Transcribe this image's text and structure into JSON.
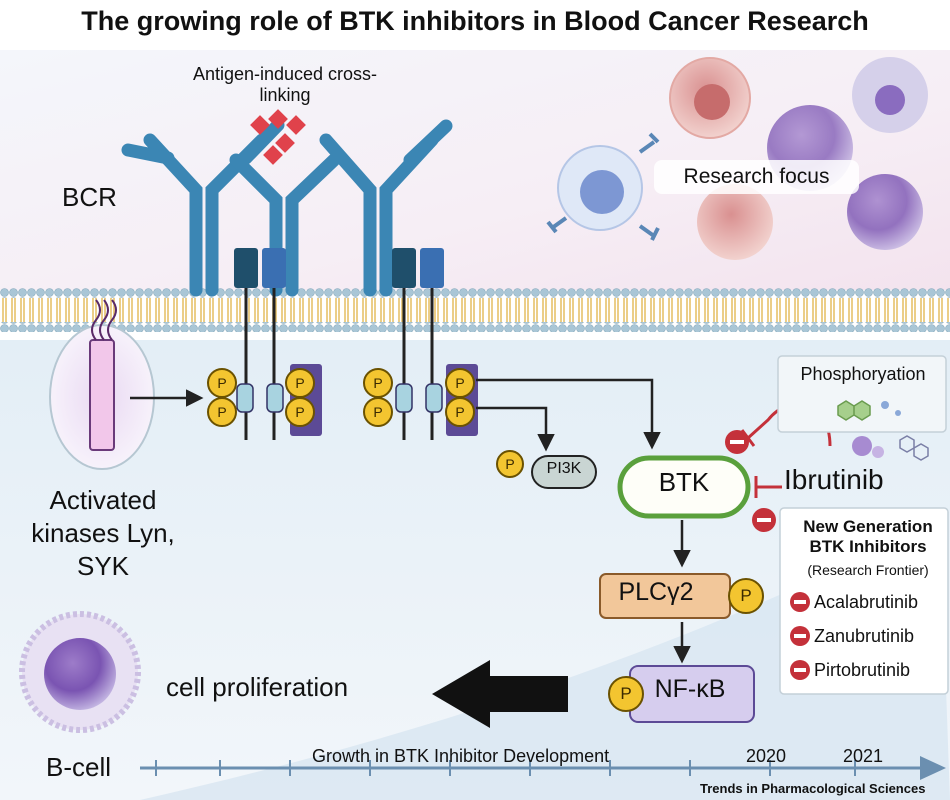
{
  "title": "The growing role of BTK inhibitors in Blood Cancer Research",
  "labels": {
    "antigen": "Antigen-induced cross-linking",
    "bcr": "BCR",
    "research_focus": "Research focus",
    "activated_kinases": "Activated kinases Lyn, SYK",
    "b_cell": "B-cell",
    "cell_proliferation": "cell proliferation",
    "pi3k": "PI3K",
    "btk": "BTK",
    "plcg2": "PLCγ2",
    "nfkb": "NF-κB",
    "ibrutinib": "Ibrutinib",
    "phosphoryation": "Phosphoryation",
    "phospho_symbol": "P"
  },
  "new_generation": {
    "title": "New Generation BTK Inhibitors",
    "subtitle": "(Research Frontier)",
    "drugs": [
      "Acalabrutinib",
      "Zanubrutinib",
      "Pirtobrutinib"
    ]
  },
  "timeline": {
    "label": "Growth in BTK Inhibitor Development",
    "years": [
      "2020",
      "2021"
    ]
  },
  "source": "Trends in Pharmacological Sciences",
  "colors": {
    "membrane_head": "#a9c6d6",
    "membrane_tail": "#e6c16a",
    "receptor": "#3b86b4",
    "phospho": "#f3c530",
    "btk_border": "#5aa03c",
    "plc_fill": "#f2c79a",
    "nfkb_fill": "#d6cdee",
    "inhibit": "#c4313a"
  }
}
